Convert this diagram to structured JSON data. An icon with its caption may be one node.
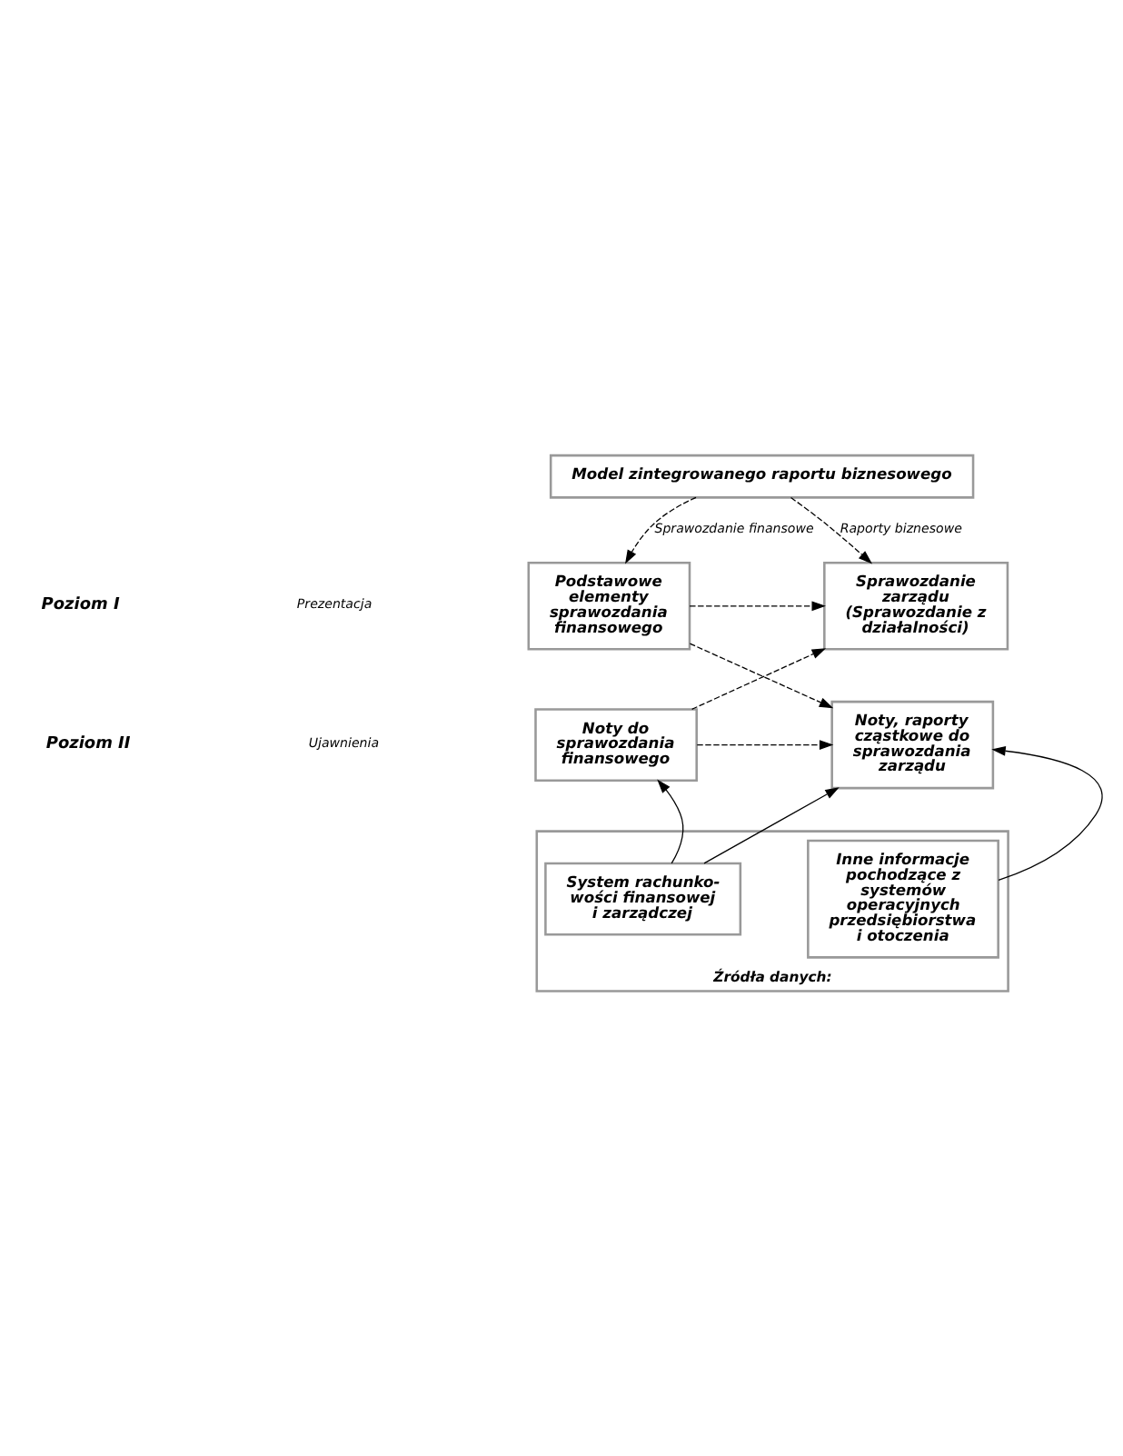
{
  "diagram": {
    "nodes": [
      {
        "text": [
          "Model zintegrowanego raportu biznesowego"
        ]
      },
      {
        "text": [
          "Podstawowe elementy sprawozdania finansowego"
        ]
      },
      {
        "text": [
          "Sprawozdanie zarządu (Sprawozdanie z działalności)"
        ]
      },
      {
        "text": [
          "Noty do sprawozdania finansowego"
        ]
      },
      {
        "text": [
          "Noty, raporty cząstkowe do sprawozdania zarządu"
        ]
      },
      {
        "text": [
          "Źródła danych:"
        ]
      },
      {
        "text": [
          "System rachunko- wości finansowej i zarządczej"
        ],
        "in": 5
      },
      {
        "text": [
          "Inne informacje pochodzące z systemów operacyjnych przedsiębiorstwa i otoczenia"
        ],
        "in": 5
      }
    ],
    "edges": [
      {
        "from": 0,
        "to": 1,
        "arrow": "to",
        "label": "Sprawozdanie finansowe",
        "style": "dashed"
      },
      {
        "from": 0,
        "to": 2,
        "arrow": "to",
        "label": "Raporty biznesowe",
        "style": "dashed"
      },
      {
        "from": 1,
        "to": 2,
        "arrow": "to",
        "style": "dashed"
      },
      {
        "from": 1,
        "to": 4,
        "arrow": "to",
        "style": "dashed"
      },
      {
        "from": 3,
        "to": 2,
        "arrow": "to",
        "style": "dashed"
      },
      {
        "from": 3,
        "to": 4,
        "arrow": "to",
        "style": "dashed"
      },
      {
        "from": 6,
        "to": 3,
        "arrow": "to"
      },
      {
        "from": 6,
        "to": 4,
        "arrow": "to"
      },
      {
        "from": 7,
        "to": 4,
        "arrow": "to"
      }
    ],
    "labels": [
      "Poziom I",
      "Prezentacja",
      "Poziom II",
      "Ujawnienia"
    ]
  }
}
